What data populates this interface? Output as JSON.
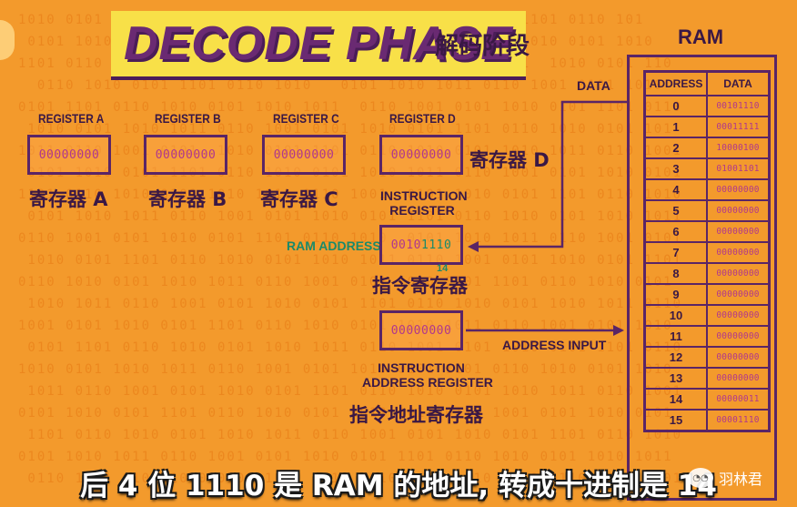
{
  "title": "DECODE PHASE",
  "title_cn": "解码阶段",
  "registers": [
    {
      "label": "REGISTER A",
      "value": "00000000",
      "cn": "寄存器 A"
    },
    {
      "label": "REGISTER B",
      "value": "00000000",
      "cn": "寄存器 B"
    },
    {
      "label": "REGISTER C",
      "value": "00000000",
      "cn": "寄存器 C"
    },
    {
      "label": "REGISTER D",
      "value": "00000000",
      "cn": "寄存器 D"
    }
  ],
  "instruction_register": {
    "label_line1": "INSTRUCTION",
    "label_line2": "REGISTER",
    "value_opcode": "0010",
    "value_address": "1110",
    "cn": "指令寄存器",
    "ram_address_label": "RAM ADDRESS",
    "ram_address_tag": "14"
  },
  "instruction_address_register": {
    "value": "00000000",
    "label_line1": "INSTRUCTION",
    "label_line2": "ADDRESS REGISTER",
    "cn": "指令地址寄存器"
  },
  "arrows": {
    "data_label": "DATA",
    "address_input_label": "ADDRESS INPUT"
  },
  "ram": {
    "title": "RAM",
    "col_address": "ADDRESS",
    "col_data": "DATA",
    "rows": [
      {
        "address": "0",
        "data": "00101110"
      },
      {
        "address": "1",
        "data": "00011111"
      },
      {
        "address": "2",
        "data": "10000100"
      },
      {
        "address": "3",
        "data": "01001101"
      },
      {
        "address": "4",
        "data": "00000000"
      },
      {
        "address": "5",
        "data": "00000000"
      },
      {
        "address": "6",
        "data": "00000000"
      },
      {
        "address": "7",
        "data": "00000000"
      },
      {
        "address": "8",
        "data": "00000000"
      },
      {
        "address": "9",
        "data": "00000000"
      },
      {
        "address": "10",
        "data": "00000000"
      },
      {
        "address": "11",
        "data": "00000000"
      },
      {
        "address": "12",
        "data": "00000000"
      },
      {
        "address": "13",
        "data": "00000000"
      },
      {
        "address": "14",
        "data": "00000011"
      },
      {
        "address": "15",
        "data": "00001110"
      }
    ]
  },
  "subtitle": "后 4 位 1110 是 RAM 的地址, 转成十进制是 14",
  "watermark": "羽林君",
  "colors": {
    "background": "#f39a2c",
    "title_bg": "#f8e048",
    "outline": "#5a2566",
    "value_text": "#b0378d",
    "ram_address_label": "#1b8a6a"
  }
}
